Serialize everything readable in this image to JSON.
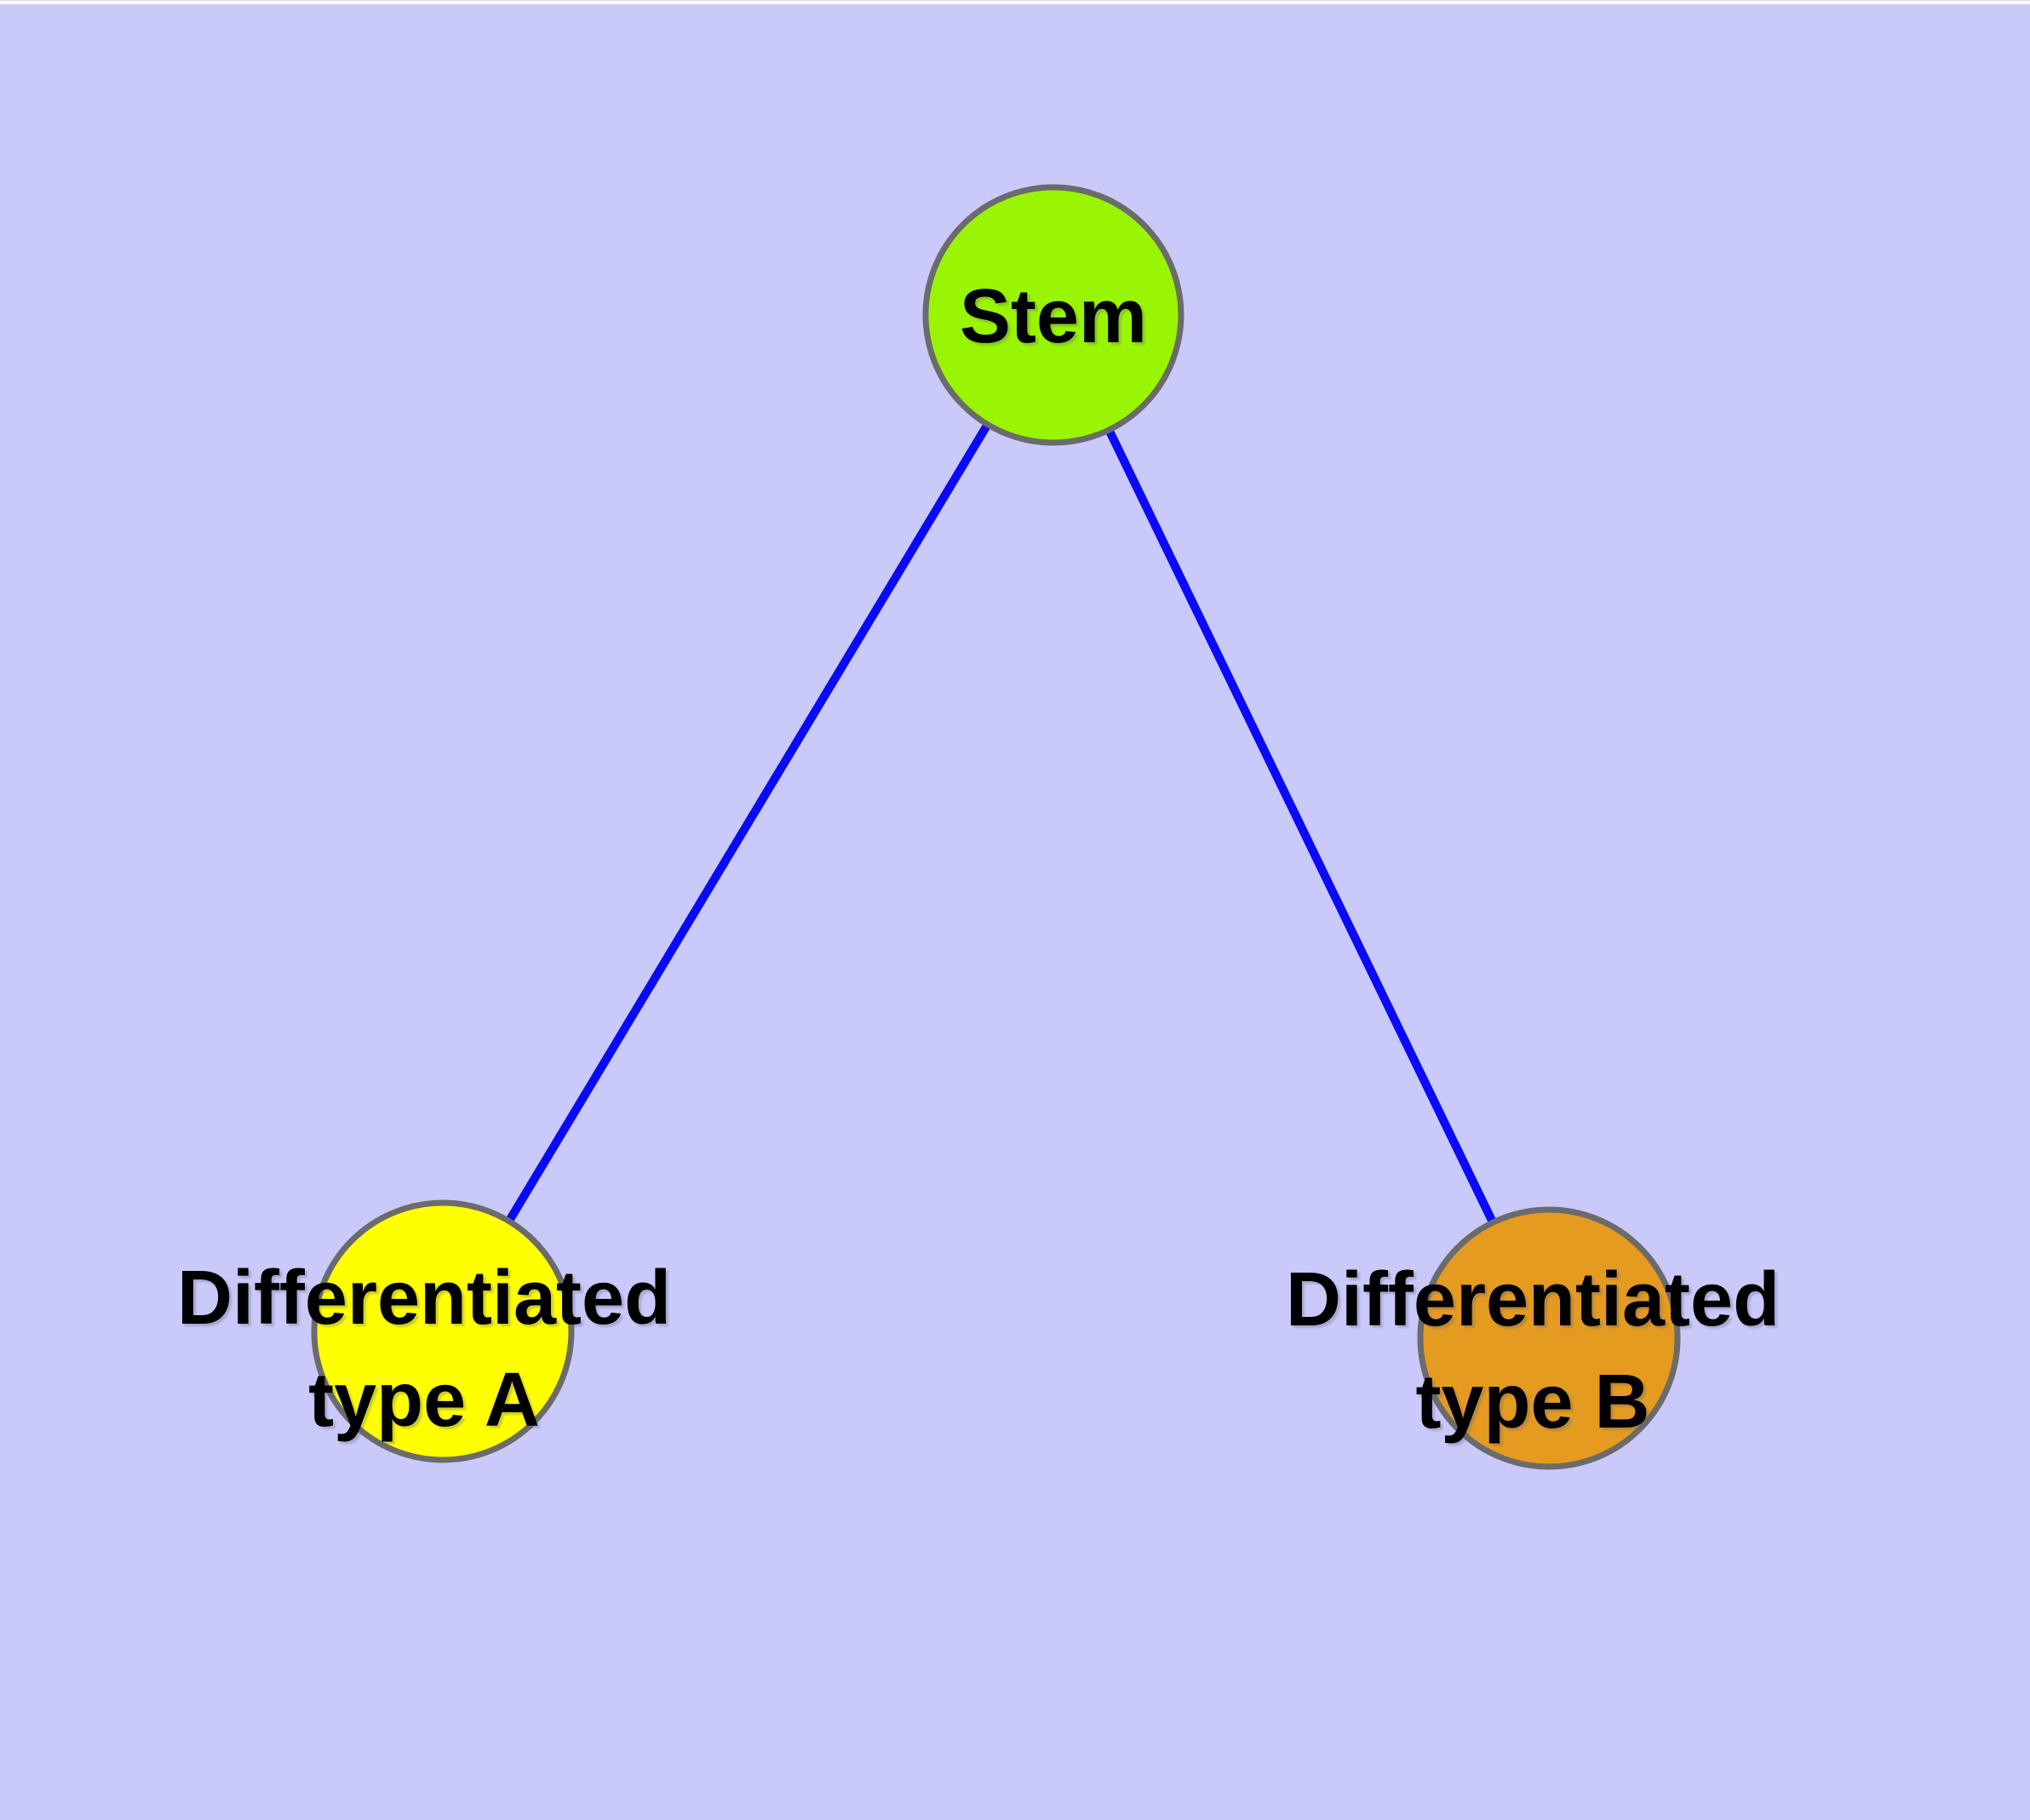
{
  "nodes": {
    "stem": {
      "label": "Stem",
      "fill": "#9af502"
    },
    "type_a": {
      "label_line1": "Differentiated",
      "label_line2": "type A",
      "fill": "#ffff00"
    },
    "type_b": {
      "label_line1": "Differentiated",
      "label_line2": "type B",
      "fill": "#e49b20"
    }
  },
  "edges": [
    {
      "from": "Stem",
      "to": "Differentiated type A"
    },
    {
      "from": "Stem",
      "to": "Differentiated type B"
    }
  ],
  "colors": {
    "background": "#c9c9fa",
    "top_strip": "#ffffff",
    "node_border": "#6b6b6b",
    "edge": "#0a0af8",
    "text": "#000000"
  }
}
